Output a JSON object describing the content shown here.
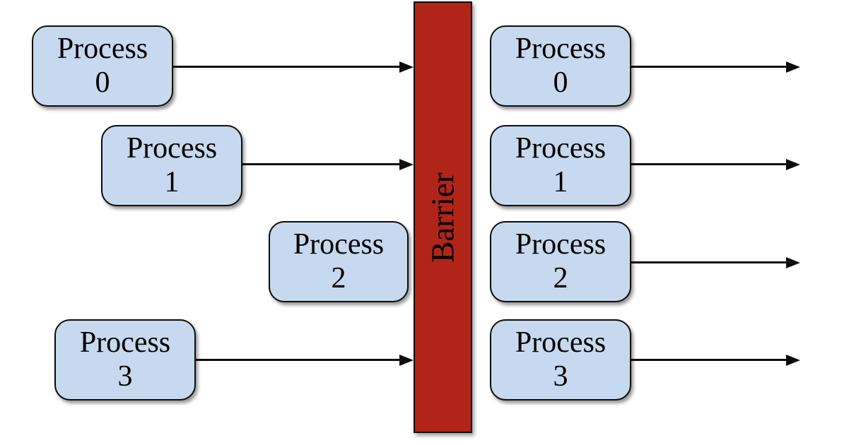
{
  "colors": {
    "process_box_fill": "#c7d9ee",
    "barrier_fill": "#b12418",
    "outline": "#0d0d0d",
    "arrow": "#0d0d0d",
    "background": "#ffffff"
  },
  "barrier": {
    "label": "Barrier"
  },
  "left_processes": [
    {
      "name": "Process",
      "number": "0"
    },
    {
      "name": "Process",
      "number": "1"
    },
    {
      "name": "Process",
      "number": "2"
    },
    {
      "name": "Process",
      "number": "3"
    }
  ],
  "right_processes": [
    {
      "name": "Process",
      "number": "0"
    },
    {
      "name": "Process",
      "number": "1"
    },
    {
      "name": "Process",
      "number": "2"
    },
    {
      "name": "Process",
      "number": "3"
    }
  ]
}
